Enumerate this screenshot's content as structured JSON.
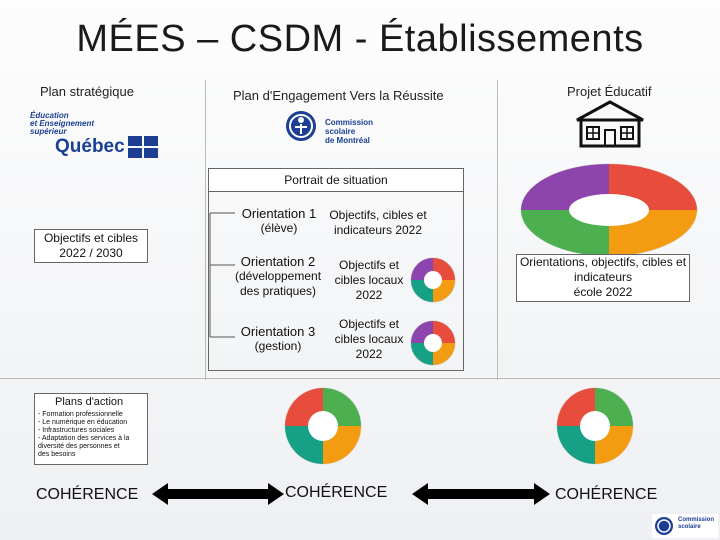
{
  "title": "MÉES – CSDM - Établissements",
  "columns": {
    "left": "Plan stratégique",
    "middle": "Plan d'Engagement Vers la Réussite",
    "right": "Projet Éducatif"
  },
  "logos": {
    "quebec_text_1": "Éducation",
    "quebec_text_2": "et Enseignement",
    "quebec_text_3": "supérieur",
    "quebec_word": "Québec",
    "csdm_1": "Commission",
    "csdm_2": "scolaire",
    "csdm_3": "de Montréal",
    "corner_1": "Commission",
    "corner_2": "scolaire"
  },
  "left_box": {
    "line1": "Objectifs et cibles",
    "line2": "2022 / 2030"
  },
  "portrait": "Portrait de situation",
  "orientations": [
    {
      "title": "Orientation 1",
      "sub": "(élève)",
      "obj1": "Objectifs, cibles et",
      "obj2": "indicateurs 2022",
      "obj3": ""
    },
    {
      "title": "Orientation 2",
      "sub": "(développement",
      "sub2": "des pratiques)",
      "obj1": "Objectifs et",
      "obj2": "cibles locaux",
      "obj3": "2022"
    },
    {
      "title": "Orientation 3",
      "sub": "(gestion)",
      "obj1": "Objectifs et",
      "obj2": "cibles locaux",
      "obj3": "2022"
    }
  ],
  "right_box": {
    "line1": "Orientations, objectifs, cibles et",
    "line2": "indicateurs",
    "line3": "école 2022"
  },
  "plans_action": {
    "title": "Plans d'action",
    "items": [
      "- Formation professionnelle",
      "- Le numérique en éducation",
      "- Infrastructures sociales",
      "- Adaptation des services à la",
      "  diversité des personnes et",
      "  des besoins"
    ]
  },
  "coherence": [
    "COHÉRENCE",
    "COHÉRENCE",
    "COHÉRENCE"
  ],
  "colors": {
    "blue": "#1c3f94",
    "wheel_green": "#4caf50",
    "wheel_orange": "#f39c12",
    "wheel_red": "#e74c3c",
    "wheel_purple": "#8e44ad",
    "wheel_teal": "#16a085"
  }
}
